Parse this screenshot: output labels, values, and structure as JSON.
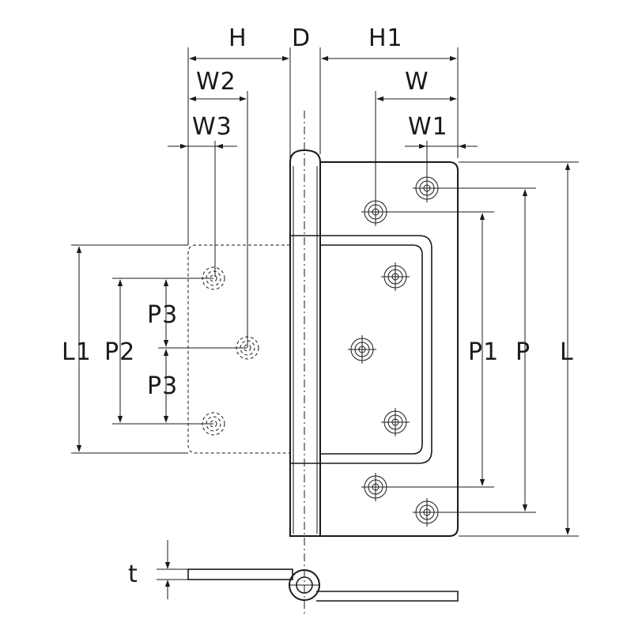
{
  "labels": {
    "H": "H",
    "D": "D",
    "H1": "H1",
    "W2": "W2",
    "W": "W",
    "W3": "W3",
    "W1": "W1",
    "L1": "L1",
    "P2": "P2",
    "P3_top": "P3",
    "P3_bottom": "P3",
    "P1": "P1",
    "P": "P",
    "L": "L",
    "t": "t"
  },
  "colors": {
    "line": "#1a1a1a",
    "background": "#ffffff"
  }
}
